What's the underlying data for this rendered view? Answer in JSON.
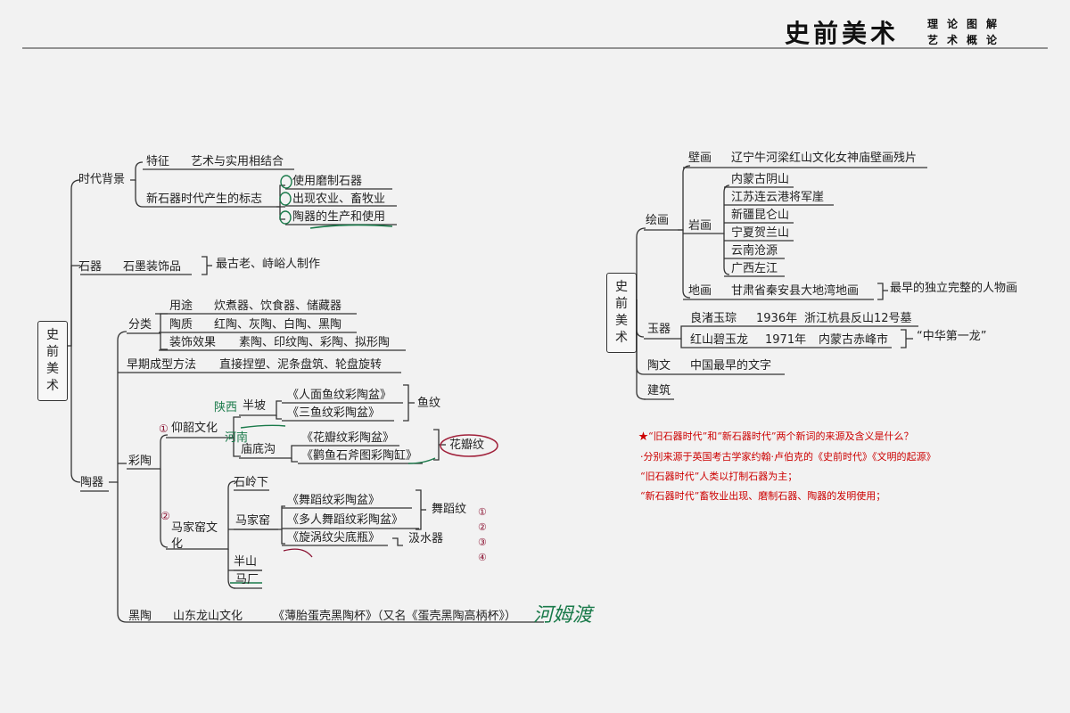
{
  "header": {
    "title": "史前美术",
    "sub1": "理论图解",
    "sub2": "艺术概论"
  },
  "left": {
    "root": "史前美术",
    "era": "时代背景",
    "feature": "特征",
    "feature_text": "艺术与实用相结合",
    "neolithic_sign": "新石器时代产生的标志",
    "sign1": "使用磨制石器",
    "sign2": "出现农业、畜牧业",
    "sign3": "陶器的生产和使用",
    "stone": "石器",
    "stone_ornament": "石墨装饰品",
    "stone_note": "最古老、峙峪人制作",
    "pottery": "陶器",
    "classify": "分类",
    "use": "用途",
    "use_text": "炊煮器、饮食器、储藏器",
    "material": "陶质",
    "material_text": "红陶、灰陶、白陶、黑陶",
    "decor": "装饰效果",
    "decor_text": "素陶、印纹陶、彩陶、拟形陶",
    "method": "早期成型方法",
    "method_text": "直接捏塑、泥条盘筑、轮盘旋转",
    "painted": "彩陶",
    "yangshao": "仰韶文化",
    "banpo": "半坡",
    "rmy": "《人面鱼纹彩陶盆》",
    "sanyu": "《三鱼纹彩陶盆》",
    "fish": "鱼纹",
    "miaodigou": "庙底沟",
    "huaban": "《花瓣纹彩陶盆》",
    "guanyu": "《鹳鱼石斧图彩陶缸》",
    "flower": "花瓣纹",
    "majiayao": "马家窑文化",
    "shilingxia": "石岭下",
    "majiayao2": "马家窑",
    "wudao": "《舞蹈纹彩陶盆》",
    "duoren": "《多人舞蹈纹彩陶盆》",
    "xuanwo": "《旋涡纹尖底瓶》",
    "dance": "舞蹈纹",
    "water": "汲水器",
    "banshan": "半山",
    "machang": "马厂",
    "black": "黑陶",
    "longshan": "山东龙山文化",
    "black_text": "《薄胎蛋壳黑陶杯》（又名《蛋壳黑陶高柄杯》）"
  },
  "handwritten": {
    "shaanxi": "陕西",
    "henan": "河南",
    "hemudu": "河姆渡"
  },
  "right": {
    "root": "史前美术",
    "painting": "绘画",
    "mural": "壁画",
    "mural_text": "辽宁牛河梁红山文化女神庙壁画残片",
    "rock": "岩画",
    "rock_items": [
      "内蒙古阴山",
      "江苏连云港将军崖",
      "新疆昆仑山",
      "宁夏贺兰山",
      "云南沧源",
      "广西左江"
    ],
    "ground": "地画",
    "ground_text": "甘肃省秦安县大地湾地画",
    "ground_note": "最早的独立完整的人物画",
    "jade": "玉器",
    "liangzhu": "良渚玉琮",
    "liangzhu_year": "1936年",
    "liangzhu_place": "浙江杭县反山12号墓",
    "hongshan": "红山碧玉龙",
    "hongshan_year": "1971年",
    "hongshan_place": "内蒙古赤峰市",
    "dragon_note": "“中华第一龙”",
    "script": "陶文",
    "script_text": "中国最早的文字",
    "arch": "建筑"
  },
  "notes": [
    "★“旧石器时代”和“新石器时代”两个新词的来源及含义是什么？",
    "·分别来源于英国考古学家约翰·卢伯克的《史前时代》《文明的起源》",
    "“旧石器时代”人类以打制石器为主；",
    "“新石器时代”畜牧业出现、磨制石器、陶器的发明使用；"
  ],
  "colors": {
    "ink": "#222222",
    "red": "#cc0000",
    "green": "#1a7a4a",
    "maroon": "#8a1030"
  }
}
